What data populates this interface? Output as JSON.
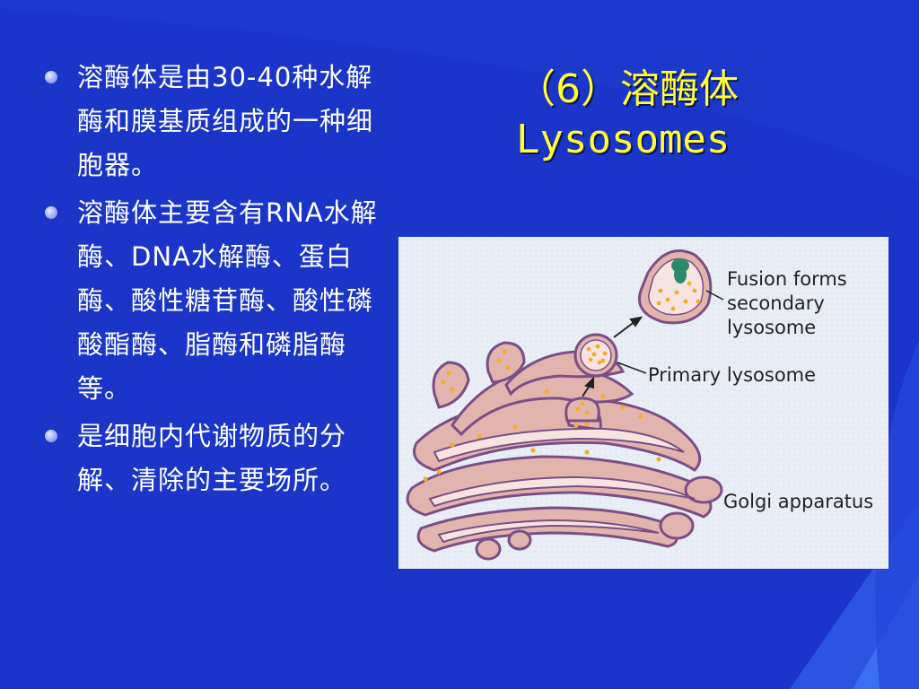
{
  "bullets": [
    "溶酶体是由30-40种水解酶和膜基质组成的一种细胞器。",
    "溶酶体主要含有RNA水解酶、DNA水解酶、蛋白酶、酸性糖苷酶、酸性磷酸酯酶、脂酶和磷脂酶等。",
    "是细胞内代谢物质的分解、清除的主要场所。"
  ],
  "title": {
    "line1": "（6）溶酶体",
    "line2": "Lysosomes",
    "color": "#ffff33"
  },
  "figure": {
    "fusion_label_1": "Fusion forms",
    "fusion_label_2": "secondary",
    "fusion_label_3": "lysosome",
    "primary_label": "Primary lysosome",
    "golgi_label": "Golgi apparatus"
  },
  "colors": {
    "background": "#1a35c8",
    "membrane_fill": "#e2b4ae",
    "membrane_stroke": "#7a4f86",
    "vesicle_dot": "#f3ad2a"
  }
}
